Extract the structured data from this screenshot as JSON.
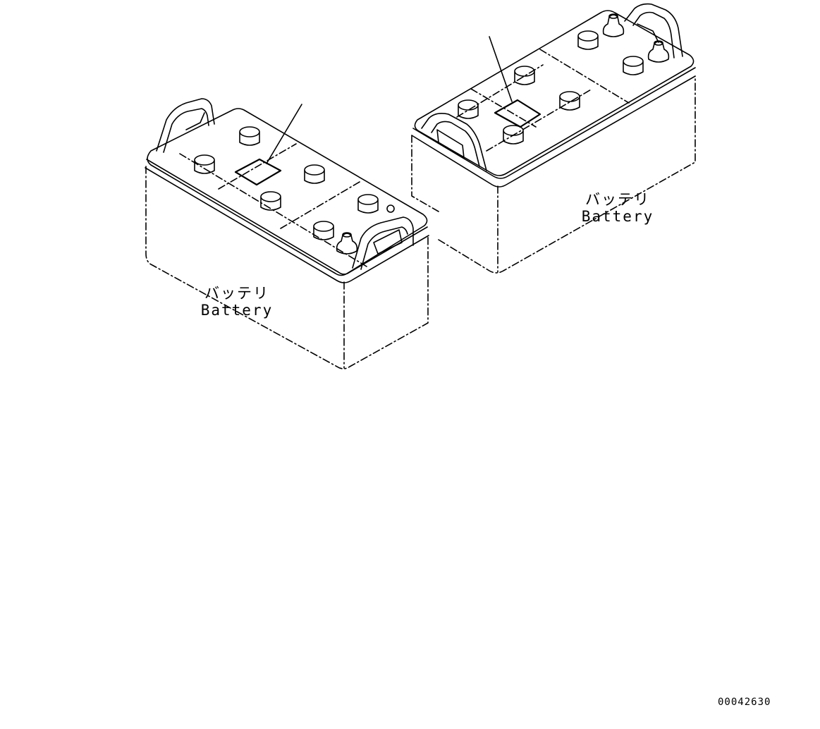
{
  "labels": {
    "left_battery": {
      "jp": "バッテリ",
      "en": "Battery"
    },
    "right_battery": {
      "jp": "バッテリ",
      "en": "Battery"
    }
  },
  "figure_number": "00042630",
  "colors": {
    "line": "#000000",
    "background": "#ffffff"
  }
}
